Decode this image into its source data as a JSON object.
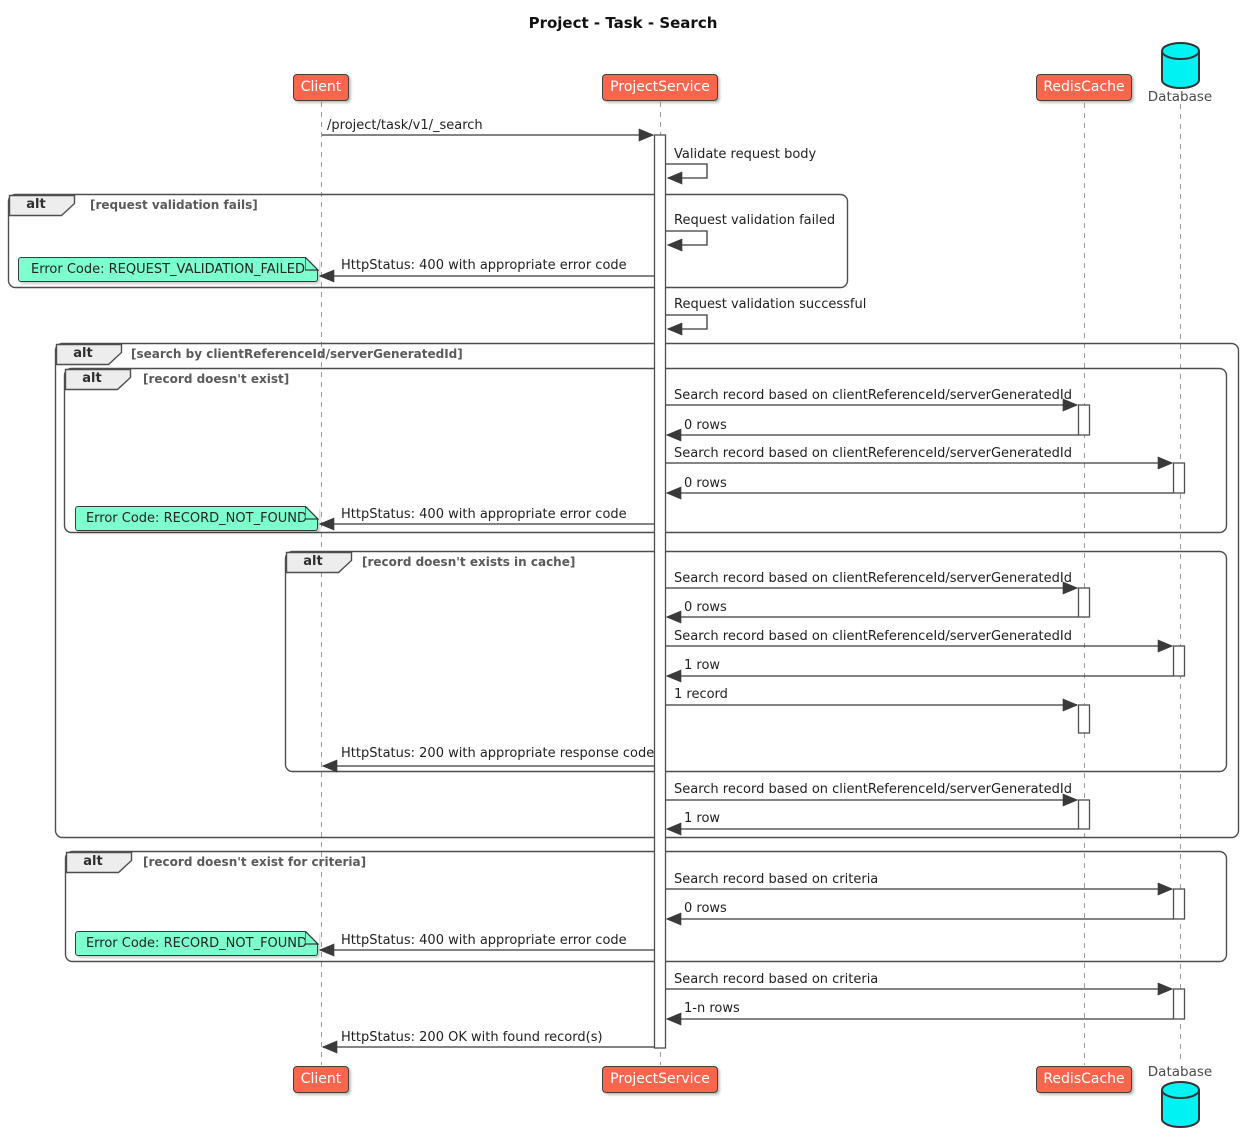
{
  "title": "Project - Task - Search",
  "participants": {
    "client": "Client",
    "project_service": "ProjectService",
    "redis_cache": "RedisCache",
    "database": "Database"
  },
  "frames": [
    {
      "keyword": "alt",
      "condition": "[request validation fails]"
    },
    {
      "keyword": "alt",
      "condition": "[search by clientReferenceId/serverGeneratedId]"
    },
    {
      "keyword": "alt",
      "condition": "[record doesn't exist]"
    },
    {
      "keyword": "alt",
      "condition": "[record doesn't exists in cache]"
    },
    {
      "keyword": "alt",
      "condition": "[record doesn't exist for criteria]"
    }
  ],
  "messages": [
    {
      "text": "/project/task/v1/_search"
    },
    {
      "text": "Validate request body"
    },
    {
      "text": "Request validation failed"
    },
    {
      "text": "HttpStatus: 400 with appropriate error code"
    },
    {
      "text": "Request validation successful"
    },
    {
      "text": "Search record based on clientReferenceId/serverGeneratedId"
    },
    {
      "text": "0 rows"
    },
    {
      "text": "Search record based on clientReferenceId/serverGeneratedId"
    },
    {
      "text": "0 rows"
    },
    {
      "text": "HttpStatus: 400 with appropriate error code"
    },
    {
      "text": "Search record based on clientReferenceId/serverGeneratedId"
    },
    {
      "text": "0 rows"
    },
    {
      "text": "Search record based on clientReferenceId/serverGeneratedId"
    },
    {
      "text": "1 row"
    },
    {
      "text": "1 record"
    },
    {
      "text": "HttpStatus: 200 with appropriate response code"
    },
    {
      "text": "Search record based on clientReferenceId/serverGeneratedId"
    },
    {
      "text": "1 row"
    },
    {
      "text": "Search record based on criteria"
    },
    {
      "text": "0 rows"
    },
    {
      "text": "HttpStatus: 400 with appropriate error code"
    },
    {
      "text": "Search record based on criteria"
    },
    {
      "text": "1-n rows"
    },
    {
      "text": "HttpStatus: 200 OK with found record(s)"
    }
  ],
  "notes": [
    {
      "text": "Error Code: REQUEST_VALIDATION_FAILED"
    },
    {
      "text": "Error Code: RECORD_NOT_FOUND"
    },
    {
      "text": "Error Code: RECORD_NOT_FOUND"
    }
  ],
  "colors": {
    "participant_fill": "#F9664D",
    "participant_border": "#453E3A",
    "participant_text": "#FFFFFF",
    "note_fill": "#7EFFD0",
    "note_border": "#343B38",
    "frame_border": "#4E4E4E",
    "frame_tab_fill": "#EDEDED",
    "condition_text": "#5A5A5A",
    "arrow": "#3A3A3A",
    "lifeline": "#9A9A9A",
    "cylinder_fill": "#00F2F2",
    "background": "#FFFFFF"
  }
}
